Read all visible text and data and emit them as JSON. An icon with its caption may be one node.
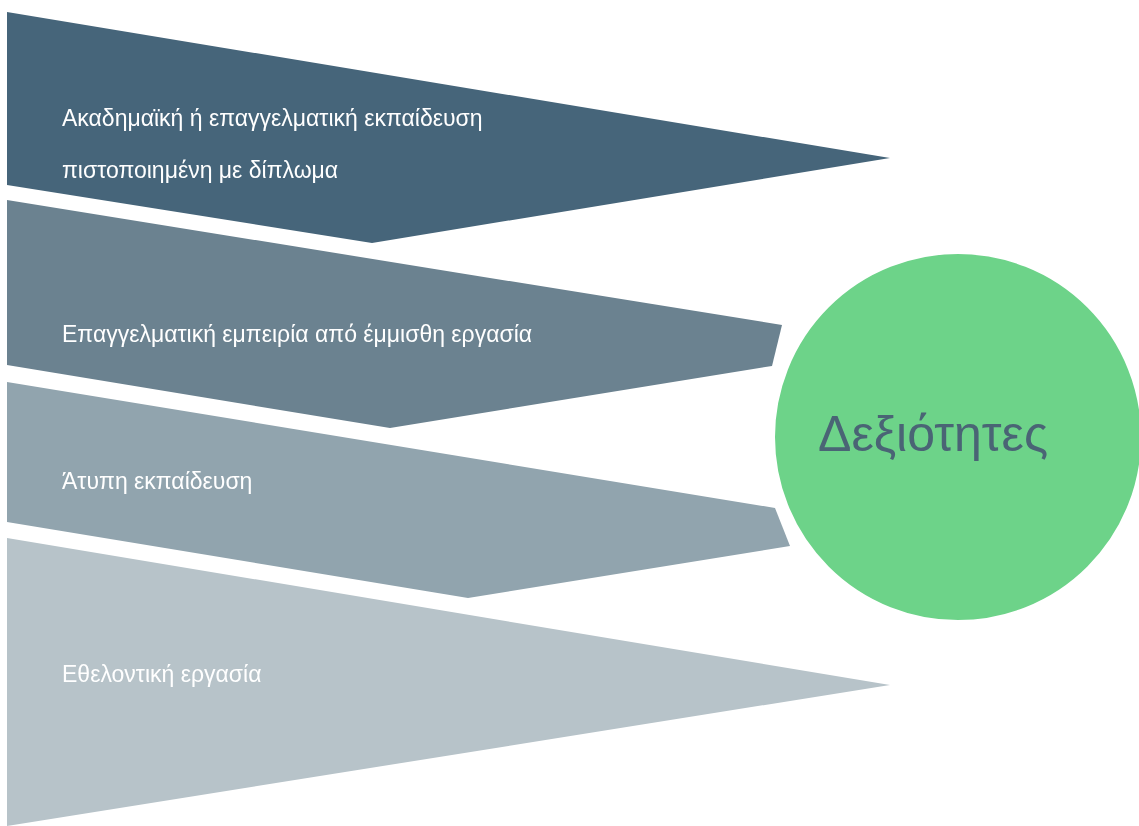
{
  "diagram": {
    "nodes": [
      {
        "text": [
          "Ακαδημαϊκή ή επαγγελματική εκπαίδευση πιστοποιημένη με δίπλωμα"
        ]
      },
      {
        "text": [
          "Επαγγελματική εμπειρία από έμμισθη εργασία"
        ]
      },
      {
        "text": [
          "Άτυπη εκπαίδευση"
        ]
      },
      {
        "text": [
          "Εθελοντική εργασία"
        ]
      },
      {
        "text": [
          "Δεξιότητες"
        ]
      }
    ]
  }
}
